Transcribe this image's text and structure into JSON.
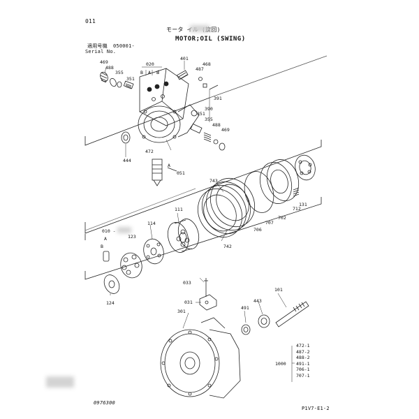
{
  "header": {
    "page_no": "011",
    "title_jp": "モータ  イル (旋回)",
    "title_en": "MOTOR;OIL (SWING)",
    "applicable_jp": "適用号機",
    "serial_label": "Serial No.",
    "serial_value": "050001-"
  },
  "part_numbers": {
    "p469a": "469",
    "p488a": "488",
    "p355a": "355",
    "p351a": "351",
    "p020": "020",
    "pB1": "B",
    "pA1": "A",
    "pB2": "B",
    "p401": "401",
    "p487": "487",
    "p468": "468",
    "p391": "391",
    "p390": "390",
    "p351b": "351",
    "p355b": "355",
    "p488b": "488",
    "p469b": "469",
    "p444": "444",
    "p472": "472",
    "pA2": "A",
    "p051": "051",
    "p743": "743",
    "p131": "131",
    "p712": "712",
    "p702": "702",
    "p707": "707",
    "p706": "706",
    "p742": "742",
    "p111": "111",
    "p010": "010 -",
    "pA3": "A",
    "pB3": "B",
    "p114": "114",
    "p123": "123",
    "p124": "124",
    "p033": "033",
    "p031": "031",
    "p301": "301",
    "p101": "101",
    "p443": "443",
    "p491": "491"
  },
  "kit": {
    "label": "1000",
    "items": [
      "472-1",
      "487-2",
      "488-2",
      "491-1",
      "706-1",
      "707-1"
    ]
  },
  "footer": {
    "drawing_no": "0976300",
    "sheet": "P1V7-E1-2"
  }
}
